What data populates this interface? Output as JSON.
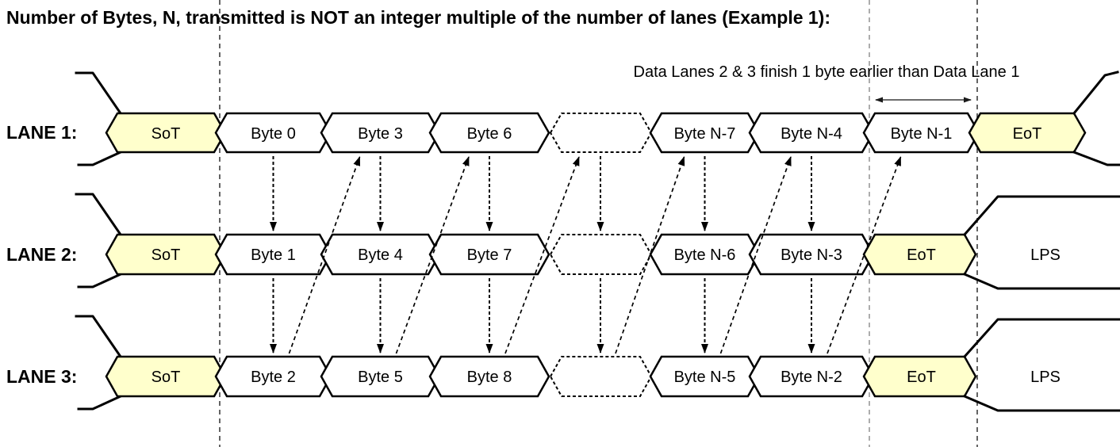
{
  "title": "Number of Bytes, N, transmitted is NOT an integer multiple of the number of lanes (Example 1):",
  "annotation": {
    "text": "Data Lanes 2 & 3  finish 1 byte earlier than Data Lane 1"
  },
  "colors": {
    "control_fill": "#FFFFCC",
    "byte_fill": "#FFFFFF",
    "stroke": "#000000"
  },
  "lanes": [
    {
      "label": "LANE 1:",
      "sot": "SoT",
      "bytes": [
        "Byte 0",
        "Byte 3",
        "Byte 6",
        "Byte N-7",
        "Byte N-4",
        "Byte N-1"
      ],
      "eot": "EoT",
      "end_state": ""
    },
    {
      "label": "LANE 2:",
      "sot": "SoT",
      "bytes": [
        "Byte 1",
        "Byte 4",
        "Byte 7",
        "Byte N-6",
        "Byte N-3"
      ],
      "eot": "EoT",
      "end_state": "LPS"
    },
    {
      "label": "LANE 3:",
      "sot": "SoT",
      "bytes": [
        "Byte 2",
        "Byte 5",
        "Byte 8",
        "Byte N-5",
        "Byte N-2"
      ],
      "eot": "EoT",
      "end_state": "LPS"
    }
  ]
}
